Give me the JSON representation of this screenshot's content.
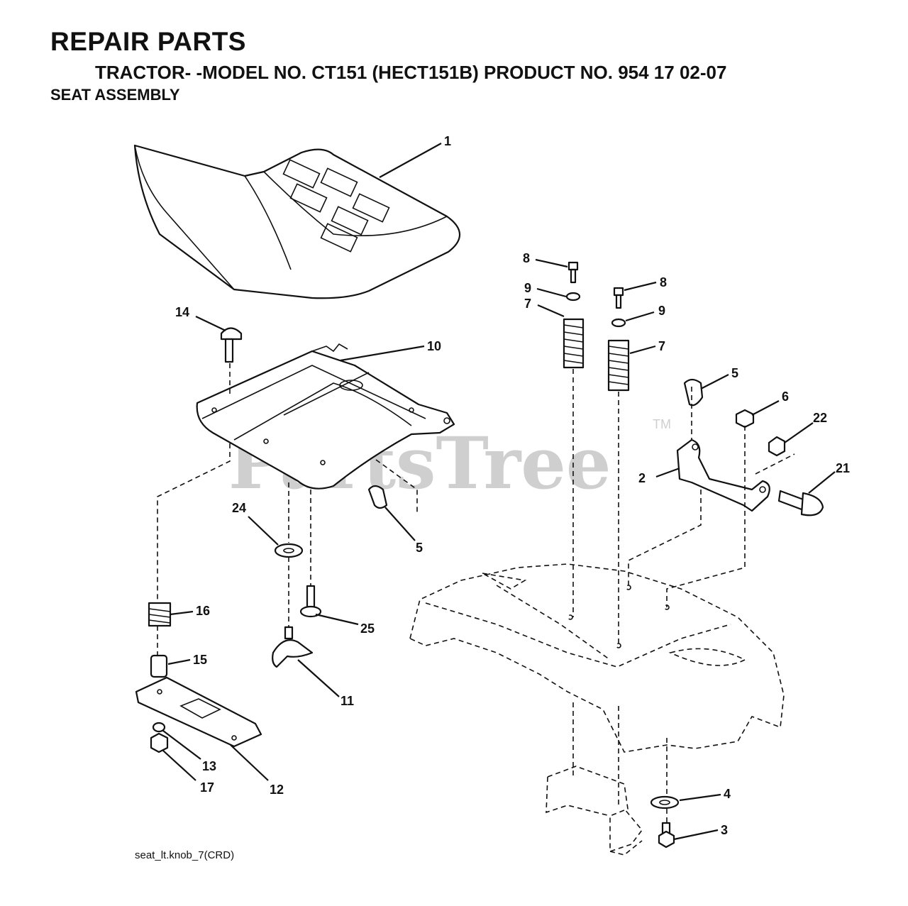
{
  "header": {
    "title": "REPAIR PARTS",
    "subtitle": "TRACTOR- -MODEL NO. CT151 (HECT151B) PRODUCT NO. 954 17 02-07",
    "section": "SEAT ASSEMBLY"
  },
  "watermark": {
    "text": "PartsTree",
    "trademark": "TM"
  },
  "footer": {
    "drawing_id": "seat_lt.knob_7(CRD)"
  },
  "callouts": {
    "seat": "1",
    "bracket": "2",
    "bolt_3": "3",
    "washer_4": "4",
    "clip_upper": "5",
    "clip_lower": "5",
    "nut_6": "6",
    "spring_left": "7",
    "spring_right": "7",
    "bolt_8_left": "8",
    "bolt_8_right": "8",
    "washer_9_left": "9",
    "washer_9_right": "9",
    "seat_pan": "10",
    "knob": "11",
    "slide_plate": "12",
    "nut_13": "13",
    "carriage_bolt": "14",
    "spacer": "15",
    "spring_16": "16",
    "nut_17": "17",
    "bolt_21": "21",
    "nut_22": "22",
    "washer_24": "24",
    "bolt_25": "25"
  }
}
